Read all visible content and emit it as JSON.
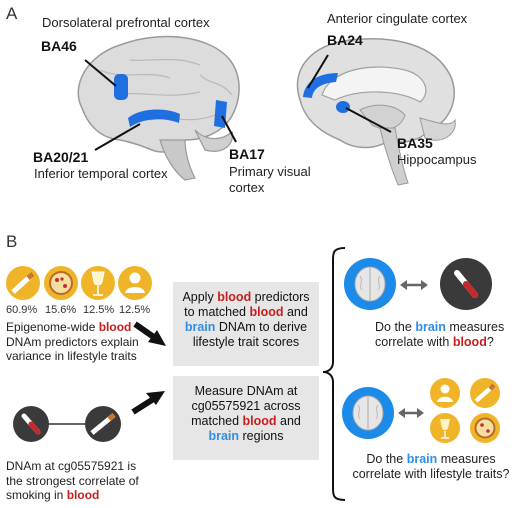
{
  "panel_a": {
    "letter": "A",
    "regions": [
      {
        "ba": "BA46",
        "name": "Dorsolateral prefrontal cortex"
      },
      {
        "ba": "BA20/21",
        "name": "Inferior temporal cortex"
      },
      {
        "ba": "BA17",
        "name_line1": "Primary visual",
        "name_line2": "cortex"
      },
      {
        "ba": "BA24",
        "name": "Anterior cingulate cortex"
      },
      {
        "ba": "BA35",
        "name": "Hippocampus"
      }
    ]
  },
  "panel_b": {
    "letter": "B",
    "traits": [
      {
        "icon": "cigarette-icon",
        "percent": "60.9%"
      },
      {
        "icon": "pizza-icon",
        "percent": "15.6%"
      },
      {
        "icon": "wine-glass-icon",
        "percent": "12.5%"
      },
      {
        "icon": "person-icon",
        "percent": "12.5%"
      }
    ],
    "left_text_1": {
      "pre": "Epigenome-wide ",
      "red": "blood",
      "rest_1": "DNAm predictors explain",
      "rest_2": "variance in lifestyle traits"
    },
    "left_text_2": {
      "line1": "DNAm at cg05575921 is",
      "line2": "the strongest correlate of",
      "line3_pre": "smoking in ",
      "line3_red": "blood"
    },
    "box_top": {
      "l1_pre": "Apply ",
      "l1_red": "blood",
      "l1_post": " predictors",
      "l2_pre": "to matched ",
      "l2_red": "blood",
      "l2_post": " and",
      "l3_blue": "brain",
      "l3_post": " DNAm to derive",
      "l4": "lifestyle trait scores"
    },
    "box_bottom": {
      "l1": "Measure DNAm at",
      "l2": "cg05575921 across",
      "l3_pre": "matched ",
      "l3_red": "blood",
      "l3_post": " and",
      "l4_blue": "brain",
      "l4_post": " regions"
    },
    "question_1": {
      "l1_pre": "Do the ",
      "l1_blue": "brain",
      "l1_post": " measures",
      "l2_pre": "correlate with ",
      "l2_red": "blood",
      "l2_post": "?"
    },
    "question_2": {
      "l1_pre": "Do the ",
      "l1_blue": "brain",
      "l1_post": " measures",
      "l2": "correlate with lifestyle traits?"
    }
  },
  "colors": {
    "blood_red": "#c81e1e",
    "brain_blue": "#2f8ee8",
    "region_blue": "#1f6fe0",
    "box_gray": "#e6e6e6",
    "icon_gold": "#f0b429"
  }
}
